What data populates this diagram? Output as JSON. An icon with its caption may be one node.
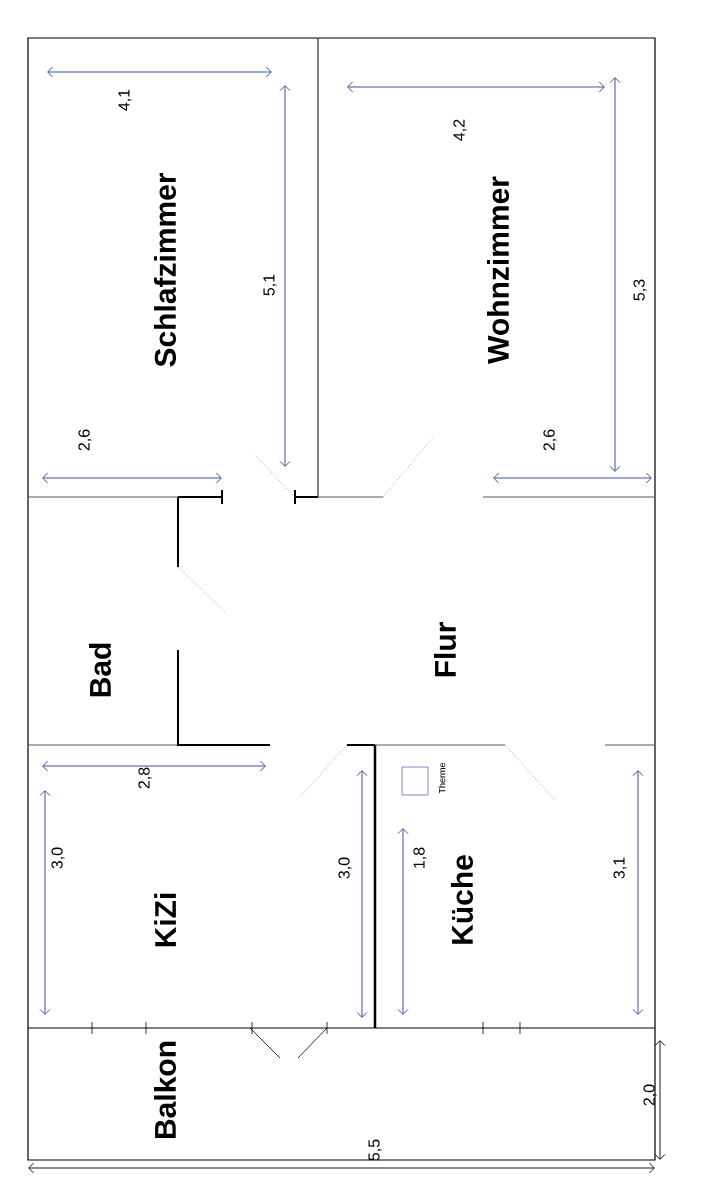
{
  "diagram": {
    "nodes": [
      {
        "text": [
          "Schlafzimmer"
        ]
      },
      {
        "text": [
          "Wohnzimmer"
        ]
      },
      {
        "text": [
          "Bad"
        ]
      },
      {
        "text": [
          "Flur"
        ]
      },
      {
        "text": [
          "Therme"
        ]
      },
      {
        "text": [
          "KiZi"
        ]
      },
      {
        "text": [
          "Küche"
        ]
      },
      {
        "text": [
          "Balkon"
        ]
      }
    ],
    "labels": [
      "4,1",
      "4,2",
      "5,1",
      "5,3",
      "2,6",
      "2,6",
      "2,8",
      "3,0",
      "3,0",
      "1,8",
      "3,1",
      "5,5",
      "2,0"
    ]
  }
}
